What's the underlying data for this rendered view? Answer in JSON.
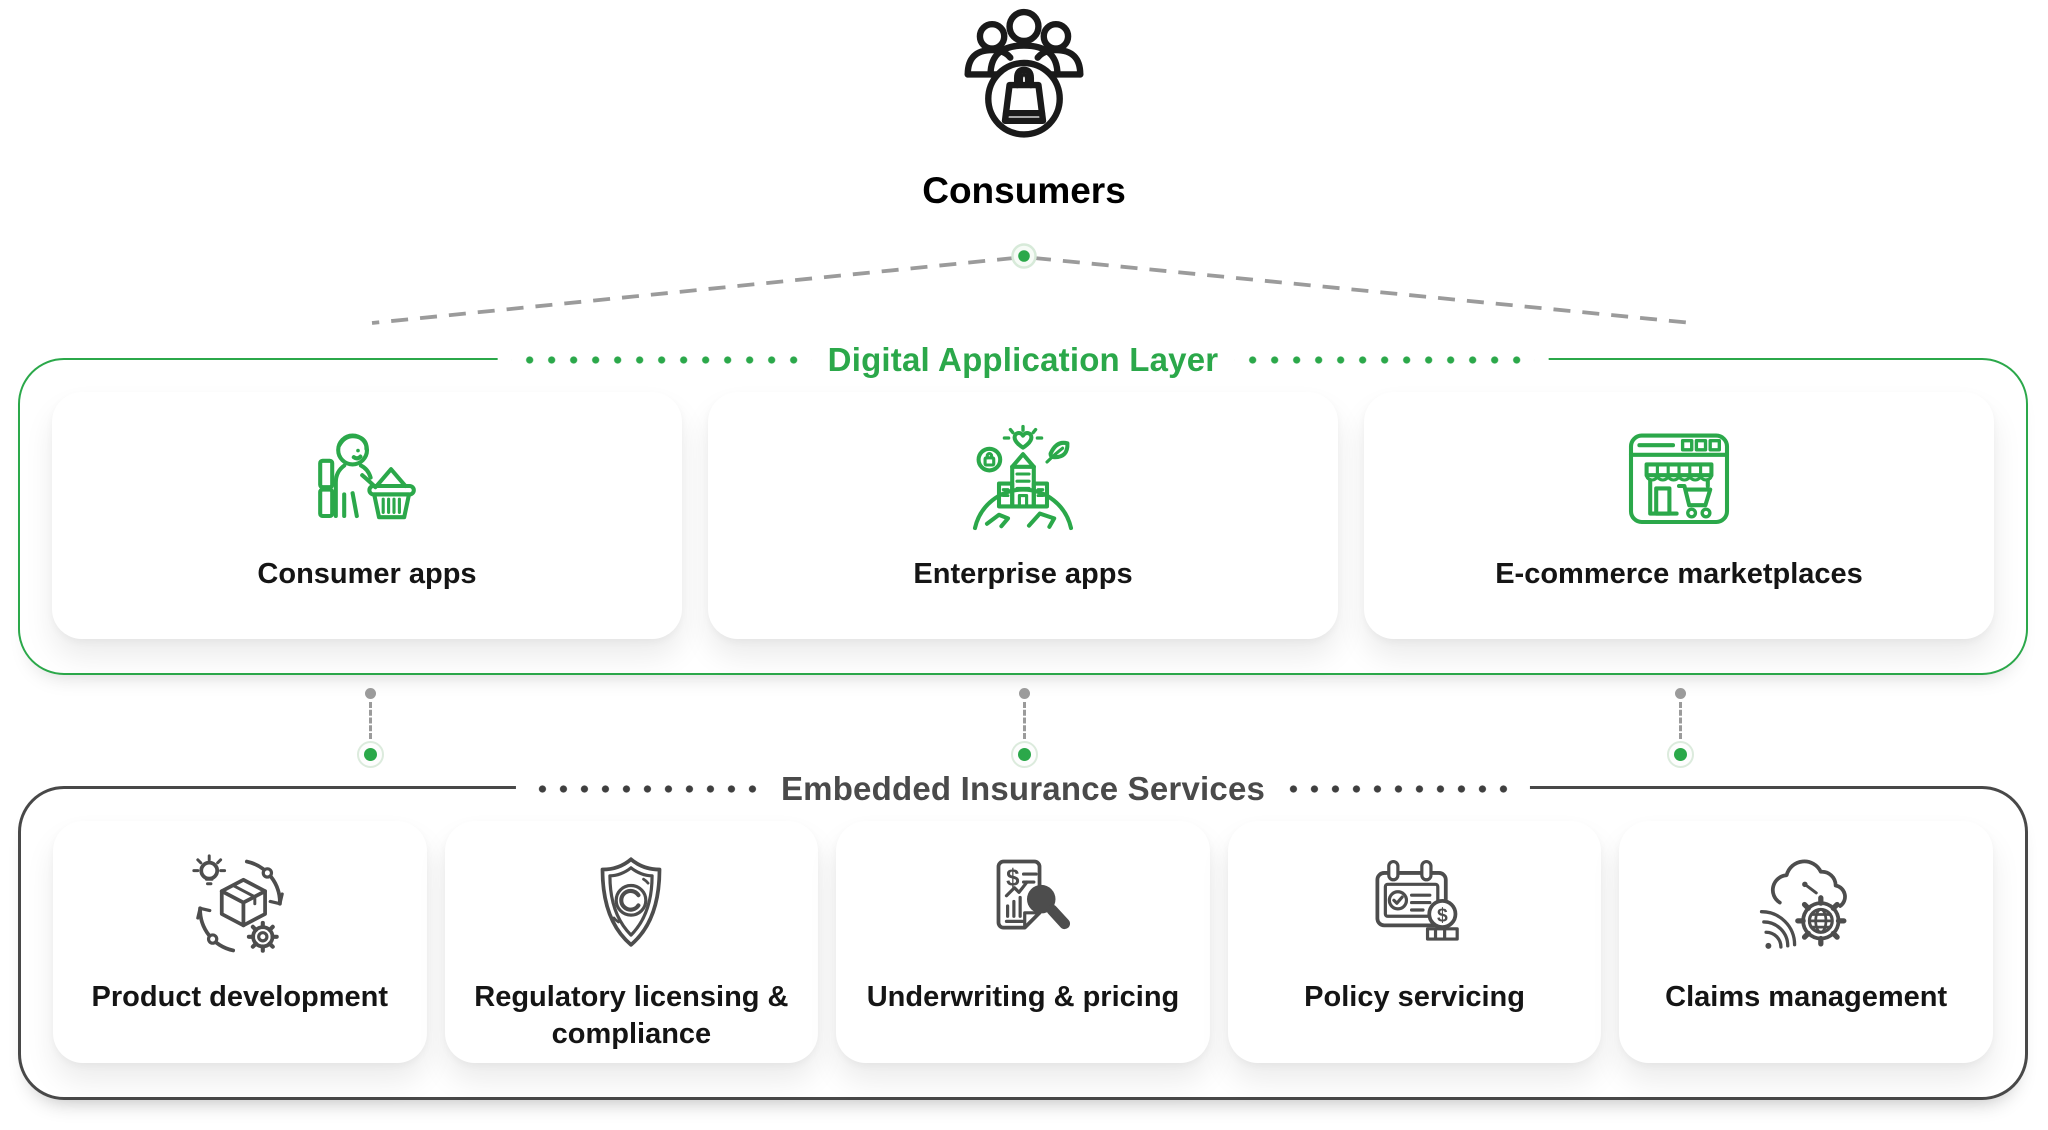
{
  "colors": {
    "accent_green": "#2BA84A",
    "dark_gray": "#4A4A4A",
    "connector_gray": "#9B9B9B",
    "label_black": "#151515",
    "background": "#FFFFFF"
  },
  "consumers": {
    "label": "Consumers",
    "icon": "consumers-group-shopping-bag-icon"
  },
  "digital_layer": {
    "title": "Digital Application Layer",
    "cards": [
      {
        "label": "Consumer apps",
        "icon": "consumer-apps-icon"
      },
      {
        "label": "Enterprise apps",
        "icon": "enterprise-apps-icon"
      },
      {
        "label": "E-commerce marketplaces",
        "icon": "ecommerce-marketplaces-icon"
      }
    ]
  },
  "insurance_layer": {
    "title": "Embedded Insurance Services",
    "cards": [
      {
        "label": "Product development",
        "icon": "product-development-icon"
      },
      {
        "label": "Regulatory licensing & compliance",
        "icon": "regulatory-licensing-compliance-icon"
      },
      {
        "label": "Underwriting & pricing",
        "icon": "underwriting-pricing-icon"
      },
      {
        "label": "Policy servicing",
        "icon": "policy-servicing-icon"
      },
      {
        "label": "Claims management",
        "icon": "claims-management-icon"
      }
    ]
  },
  "connectors": {
    "consumers_to_digital_layer": "dashed-fan-with-green-node",
    "digital_to_insurance_nodes": 3
  }
}
